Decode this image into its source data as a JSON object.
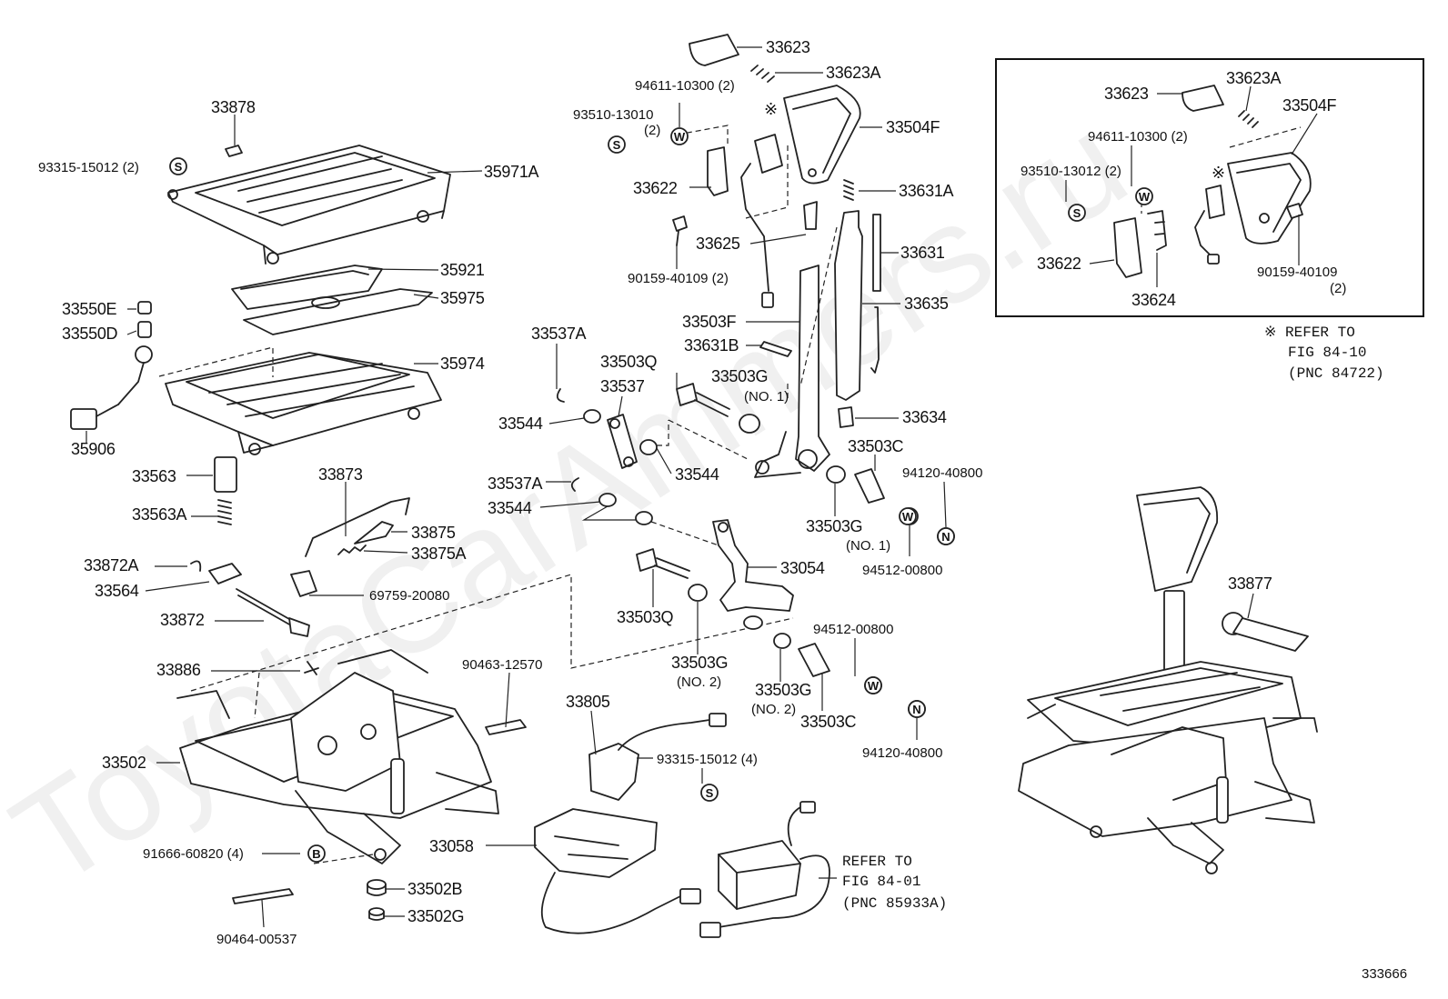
{
  "watermark": "ToyotaCarAmmers.ru",
  "diagram_id": "333666",
  "inset_note": {
    "line1": "※ REFER TO",
    "line2": "FIG 84-10",
    "line3": "(PNC 84722)"
  },
  "note_8401": {
    "line1": "REFER TO",
    "line2": "FIG 84-01",
    "line3": "(PNC 85933A)"
  },
  "labels": {
    "p33878": "33878",
    "p93315_15012_2": "93315-15012 (2)",
    "p35971A": "35971A",
    "p35921": "35921",
    "p35975": "35975",
    "p33550E": "33550E",
    "p33550D": "33550D",
    "p35974": "35974",
    "p35906": "35906",
    "p33563": "33563",
    "p33563A": "33563A",
    "p33873": "33873",
    "p33875": "33875",
    "p33875A": "33875A",
    "p33872A": "33872A",
    "p33564": "33564",
    "p69759": "69759-20080",
    "p33872": "33872",
    "p33886": "33886",
    "p90463": "90463-12570",
    "p33502": "33502",
    "p91666": "91666-60820 (4)",
    "p33502B": "33502B",
    "p33502G": "33502G",
    "p90464": "90464-00537",
    "p33623": "33623",
    "p33623A": "33623A",
    "p94611": "94611-10300 (2)",
    "p93510": "93510-13010",
    "p93510_2": "(2)",
    "p33504F": "33504F",
    "p33622": "33622",
    "p33631A": "33631A",
    "p33625": "33625",
    "p33631": "33631",
    "p90159_2": "90159-40109 (2)",
    "p33635": "33635",
    "p33503F": "33503F",
    "p33537A": "33537A",
    "p33631B": "33631B",
    "p33503Q": "33503Q",
    "p33537": "33537",
    "p33503G": "33503G",
    "no1": "(NO. 1)",
    "p33544a": "33544",
    "p33634": "33634",
    "p33503C": "33503C",
    "p33544b": "33544",
    "p33537A_b": "33537A",
    "p94120": "94120-40800",
    "p33544c": "33544",
    "p33503G_b": "33503G",
    "no1_b": "(NO. 1)",
    "p94512": "94512-00800",
    "p33054": "33054",
    "p33503Q_b": "33503Q",
    "p33503G_c": "33503G",
    "no2": "(NO. 2)",
    "p94512_b": "94512-00800",
    "p33503G_d": "33503G",
    "no2_b": "(NO. 2)",
    "p33503C_b": "33503C",
    "p94120_b": "94120-40800",
    "p33805": "33805",
    "p93315_4": "93315-15012 (4)",
    "p33058": "33058",
    "i33623": "33623",
    "i33623A": "33623A",
    "i33504F": "33504F",
    "i94611": "94611-10300 (2)",
    "i93510": "93510-13012 (2)",
    "i33622": "33622",
    "i33624": "33624",
    "i90159": "90159-40109",
    "i90159_2": "(2)",
    "p33877": "33877"
  },
  "symbols": {
    "screw": "S",
    "washer": "W",
    "nut": "N",
    "bolt": "B",
    "ref": "※"
  }
}
